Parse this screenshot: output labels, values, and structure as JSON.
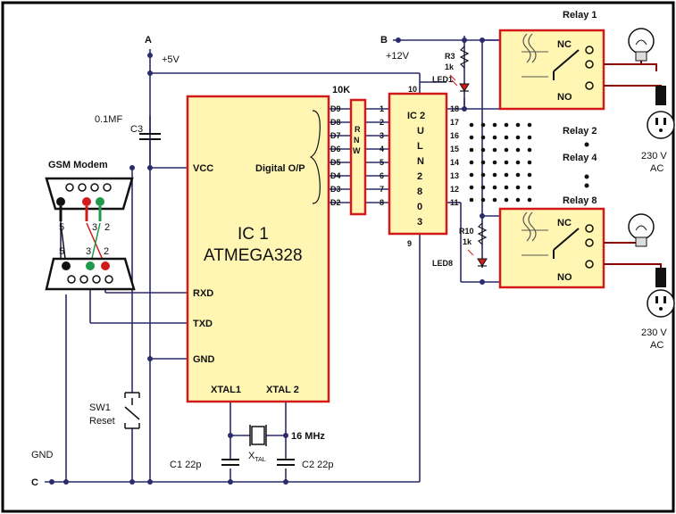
{
  "nodes": {
    "a": "A",
    "b": "B",
    "c": "C",
    "gnd": "GND",
    "plus5": "+5V",
    "plus12": "+12V"
  },
  "cap_c3": {
    "value": "0.1MF",
    "name": "C3"
  },
  "gsm": {
    "title": "GSM Modem",
    "pins_top": [
      "5",
      "3",
      "2"
    ],
    "pins_bottom": [
      "5",
      "3",
      "2"
    ]
  },
  "switch": {
    "name": "SW1",
    "label": "Reset"
  },
  "ic1": {
    "name": "IC 1",
    "part": "ATMEGA328",
    "pins": {
      "vcc": "VCC",
      "rxd": "RXD",
      "txd": "TXD",
      "gnd": "GND",
      "xtal1": "XTAL1",
      "xtal2": "XTAL 2"
    },
    "group_label": "Digital O/P",
    "digital_pins": [
      "D9",
      "D8",
      "D7",
      "D6",
      "D5",
      "D4",
      "D3",
      "D2"
    ]
  },
  "rnw": {
    "value": "10K",
    "letters": [
      "R",
      "N",
      "W"
    ]
  },
  "ic2": {
    "name": "IC 2",
    "letters": [
      "U",
      "L",
      "N",
      "2",
      "8",
      "0",
      "3"
    ],
    "left_pins": [
      "1",
      "2",
      "3",
      "4",
      "5",
      "6",
      "7",
      "8"
    ],
    "right_pins": [
      "18",
      "17",
      "16",
      "15",
      "14",
      "13",
      "12",
      "11"
    ],
    "pin_top": "10",
    "pin_bottom": "9"
  },
  "relays": {
    "r1": {
      "title": "Relay 1",
      "nc": "NC",
      "no": "NO",
      "res": "R3",
      "res_val": "1k",
      "led": "LED1"
    },
    "r8": {
      "title": "Relay 8",
      "nc": "NC",
      "no": "NO",
      "res": "R10",
      "res_val": "1k",
      "led": "LED8"
    },
    "r2": "Relay 2",
    "r4": "Relay 4"
  },
  "ac": {
    "top": {
      "v": "230 V",
      "u": "AC"
    },
    "bottom": {
      "v": "230 V",
      "u": "AC"
    }
  },
  "crystal": {
    "freq": "16 MHz",
    "name": "X",
    "sub": "TAL",
    "c1": "C1 22p",
    "c2": "C2 22p"
  }
}
